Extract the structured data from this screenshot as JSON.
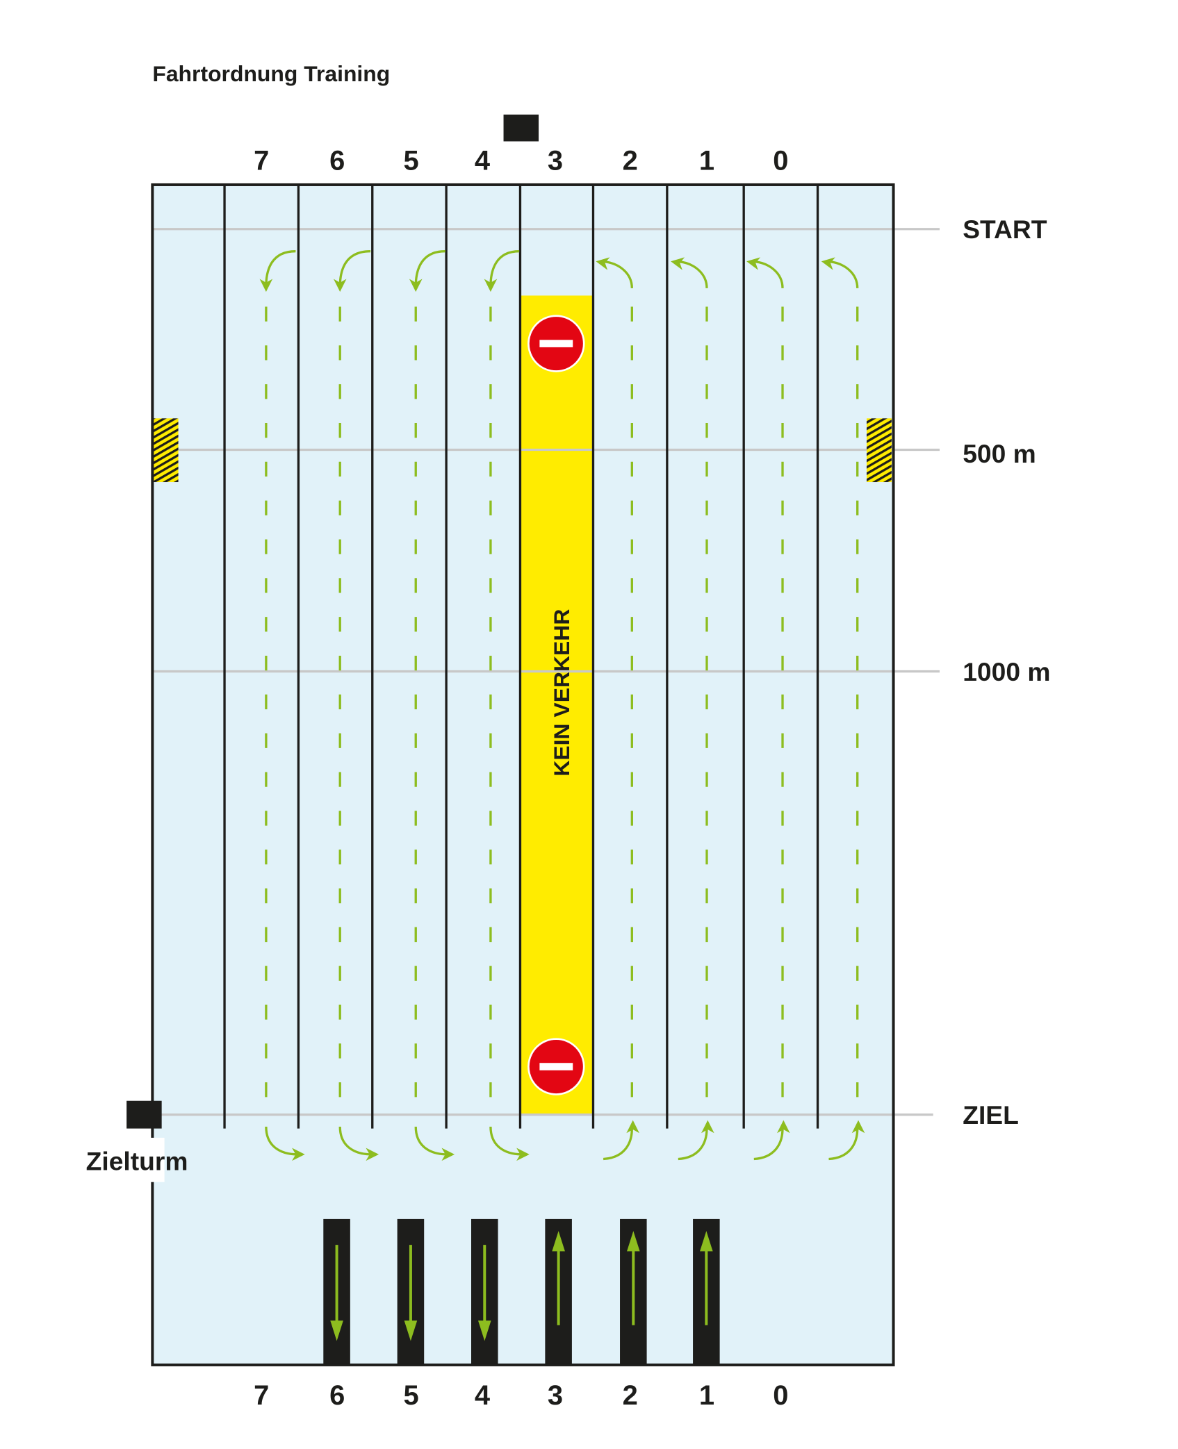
{
  "title": "Fahrtordnung Training",
  "lanes": {
    "top_labels": [
      "7",
      "6",
      "5",
      "4",
      "3",
      "2",
      "1",
      "0"
    ],
    "bottom_labels": [
      "7",
      "6",
      "5",
      "4",
      "3",
      "2",
      "1",
      "0"
    ]
  },
  "distance_markers": {
    "start": "START",
    "m500": "500 m",
    "m1000": "1000 m",
    "finish": "ZIEL"
  },
  "closed_lane_label": "KEIN VERKEHR",
  "finish_tower_label": "Zielturm",
  "pontoon_directions": [
    "down",
    "down",
    "down",
    "up",
    "up",
    "up"
  ],
  "colors": {
    "water": "#e1f2f9",
    "line": "#1d1d1b",
    "distance_line": "#c8c8c8",
    "arrow": "#8dbd1f",
    "closed_lane": "#ffec00",
    "no_entry": "#e30613"
  }
}
